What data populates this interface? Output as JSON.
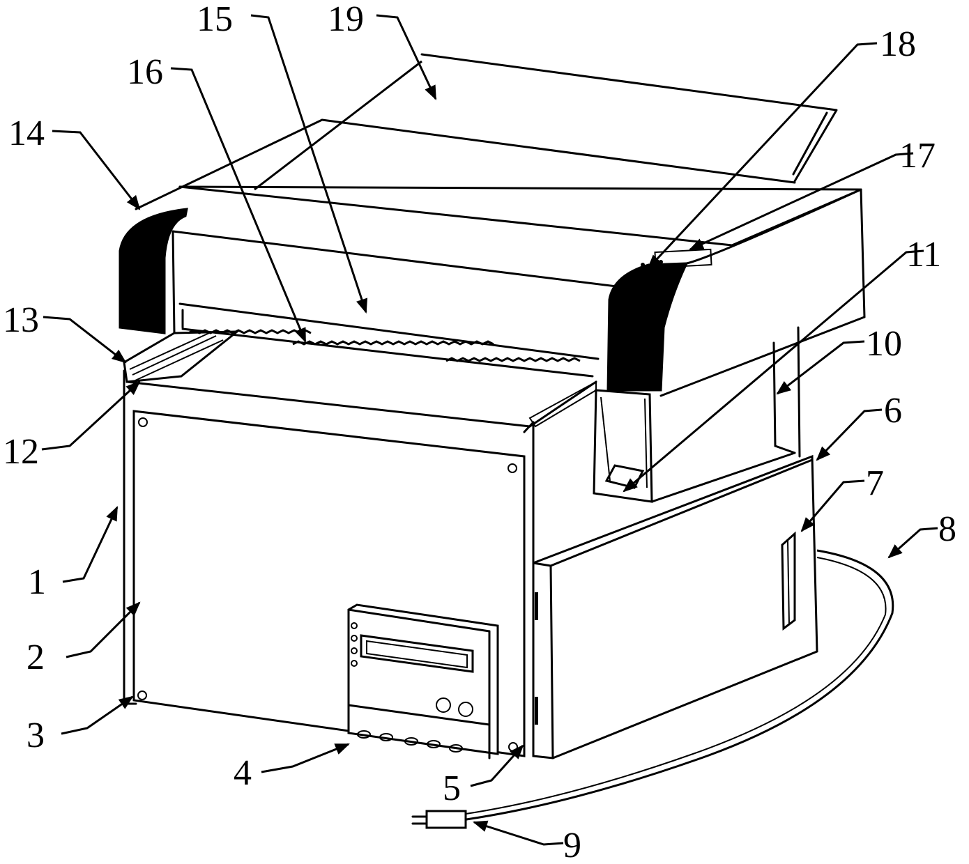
{
  "labels": [
    {
      "id": "1",
      "text": "1"
    },
    {
      "id": "2",
      "text": "2"
    },
    {
      "id": "3",
      "text": "3"
    },
    {
      "id": "4",
      "text": "4"
    },
    {
      "id": "5",
      "text": "5"
    },
    {
      "id": "6",
      "text": "6"
    },
    {
      "id": "7",
      "text": "7"
    },
    {
      "id": "8",
      "text": "8"
    },
    {
      "id": "9",
      "text": "9"
    },
    {
      "id": "10",
      "text": "10"
    },
    {
      "id": "11",
      "text": "11"
    },
    {
      "id": "12",
      "text": "12"
    },
    {
      "id": "13",
      "text": "13"
    },
    {
      "id": "14",
      "text": "14"
    },
    {
      "id": "15",
      "text": "15"
    },
    {
      "id": "16",
      "text": "16"
    },
    {
      "id": "17",
      "text": "17"
    },
    {
      "id": "18",
      "text": "18"
    },
    {
      "id": "19",
      "text": "19"
    }
  ],
  "colors": {
    "line": "#000000",
    "background": "#ffffff"
  }
}
